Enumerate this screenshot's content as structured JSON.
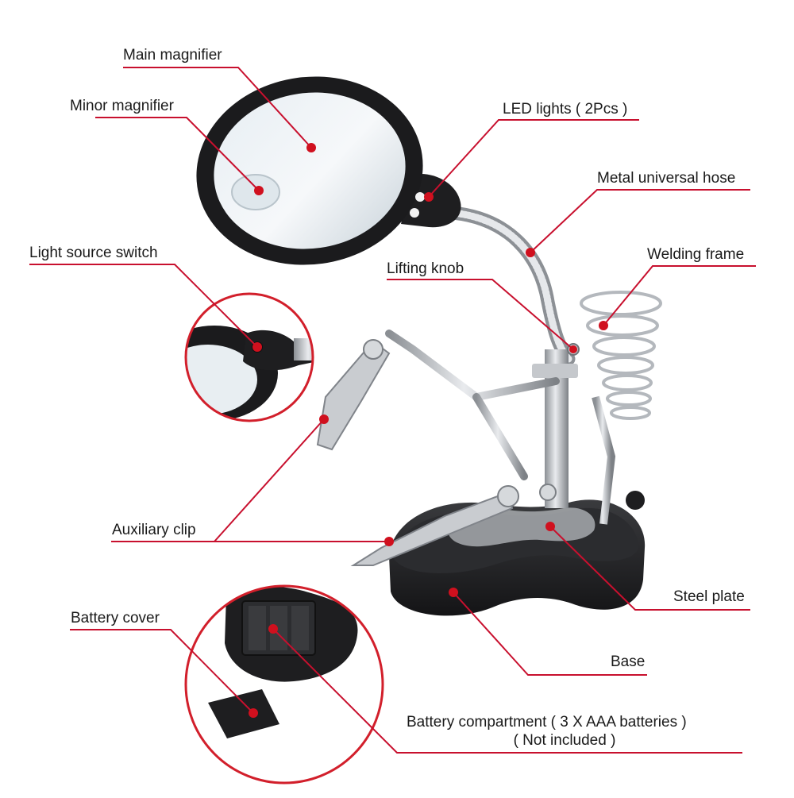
{
  "colors": {
    "leader_line": "#c8102e",
    "dot": "#d0101e",
    "label_text": "#1a1a1a",
    "metal": "#b9bcc0",
    "plastic": "#1e1e20",
    "circle_outline": "#d21f2b"
  },
  "labels": {
    "main_magnifier": "Main magnifier",
    "minor_magnifier": "Minor magnifier",
    "led_lights": "LED lights ( 2Pcs )",
    "metal_universal_hose": "Metal universal hose",
    "light_source_switch": "Light source switch",
    "welding_frame": "Welding frame",
    "lifting_knob": "Lifting knob",
    "auxiliary_clip": "Auxiliary clip",
    "steel_plate": "Steel plate",
    "battery_cover": "Battery cover",
    "base": "Base",
    "battery_compartment_line1": "Battery compartment ( 3 X AAA batteries )",
    "battery_compartment_line2": "( Not included )"
  }
}
